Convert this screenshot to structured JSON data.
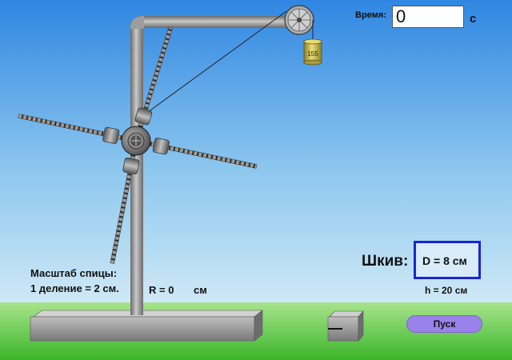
{
  "timer": {
    "label": "Время:",
    "value": "0",
    "unit": "с"
  },
  "scale": {
    "title": "Масштаб спицы:",
    "text": "1 деление = 2 см."
  },
  "radius": {
    "text": "R = 0",
    "unit": "см"
  },
  "pulley": {
    "label": "Шкив:",
    "diameter": "D = 8 см"
  },
  "drop_height": "h = 20 см",
  "weight_label": "155",
  "start_button": "Пуск",
  "colors": {
    "sky_top": "#2f86e2",
    "sky_bottom": "#c9e6f5",
    "grass": "#5cc83a",
    "accent_border": "#1726d6",
    "button": "#9b82ea"
  }
}
